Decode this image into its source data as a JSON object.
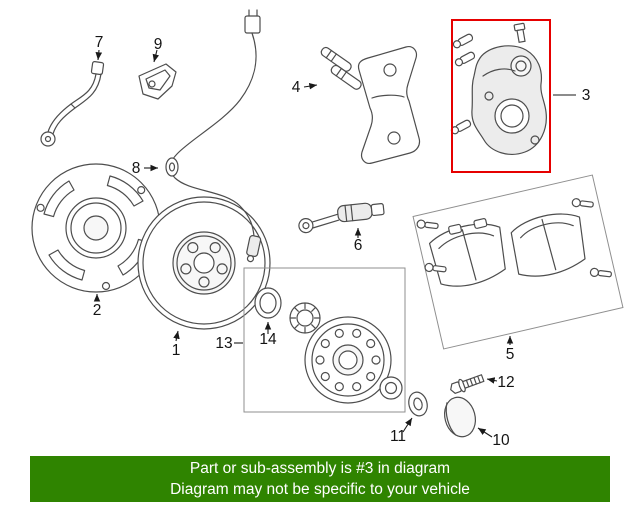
{
  "banner": {
    "line1": "Part or sub-assembly is #3 in diagram",
    "line2": "Diagram may not be specific to your vehicle",
    "background_color": "#2f8400",
    "text_color": "#ffffff"
  },
  "highlight": {
    "highlighted_part": "3",
    "box_color": "#e60000"
  },
  "diagram": {
    "type": "exploded-parts-diagram",
    "labels": {
      "l1": "1",
      "l2": "2",
      "l3": "3",
      "l4": "4",
      "l5": "5",
      "l6": "6",
      "l7": "7",
      "l8": "8",
      "l9": "9",
      "l10": "10",
      "l11": "11",
      "l12": "12",
      "l13": "13",
      "l14": "14"
    }
  }
}
